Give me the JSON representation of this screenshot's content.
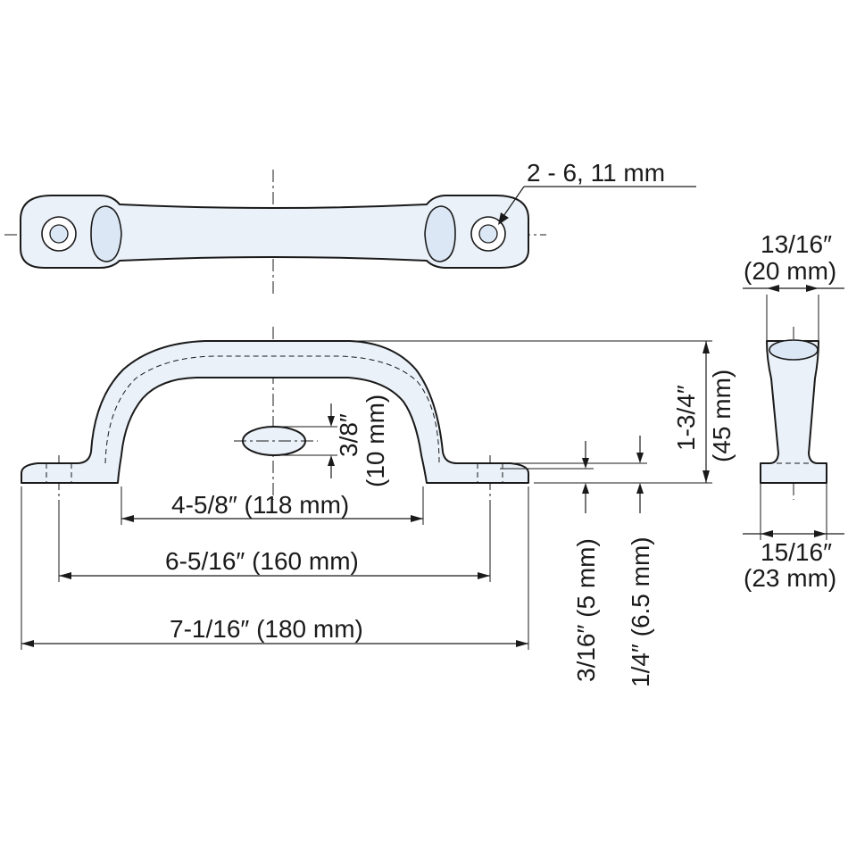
{
  "callouts": {
    "holes": "2 - 6, 11 mm",
    "overall_length": "7-1/16″ (180 mm)",
    "hole_pitch": "6-5/16″ (160 mm)",
    "grip_span": "4-5/8″ (118 mm)",
    "height": "1-3/4″",
    "height_mm": "(45 mm)",
    "oval_in": "3/8″",
    "oval_mm": "(10 mm)",
    "foot_a": "3/16″ (5 mm)",
    "foot_b": "1/4″ (6.5 mm)",
    "top_width_in": "13/16″",
    "top_width_mm": "(20 mm)",
    "base_width_in": "15/16″",
    "base_width_mm": "(23 mm)"
  },
  "colors": {
    "part_fill": "#eaf1f9",
    "line": "#1a1a1a"
  }
}
